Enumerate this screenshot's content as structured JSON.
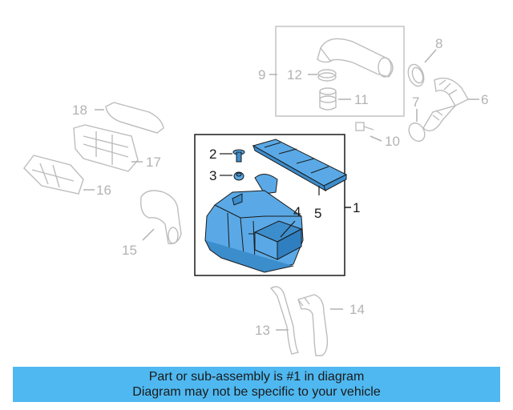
{
  "diagram": {
    "callouts": {
      "c1": "1",
      "c2": "2",
      "c3": "3",
      "c4": "4",
      "c5": "5",
      "c6": "6",
      "c7": "7",
      "c8": "8",
      "c9": "9",
      "c10": "10",
      "c11": "11",
      "c12": "12",
      "c13": "13",
      "c14": "14",
      "c15": "15",
      "c16": "16",
      "c17": "17",
      "c18": "18"
    },
    "colors": {
      "highlight_part": "#5aa9e6",
      "outline_dark": "#1a1a1a",
      "ghost_part": "#bdbdbd",
      "banner": "#4fb8f0"
    }
  },
  "banner": {
    "line1": "Part or sub-assembly is #1 in diagram",
    "line2": "Diagram may not be specific to your vehicle"
  }
}
